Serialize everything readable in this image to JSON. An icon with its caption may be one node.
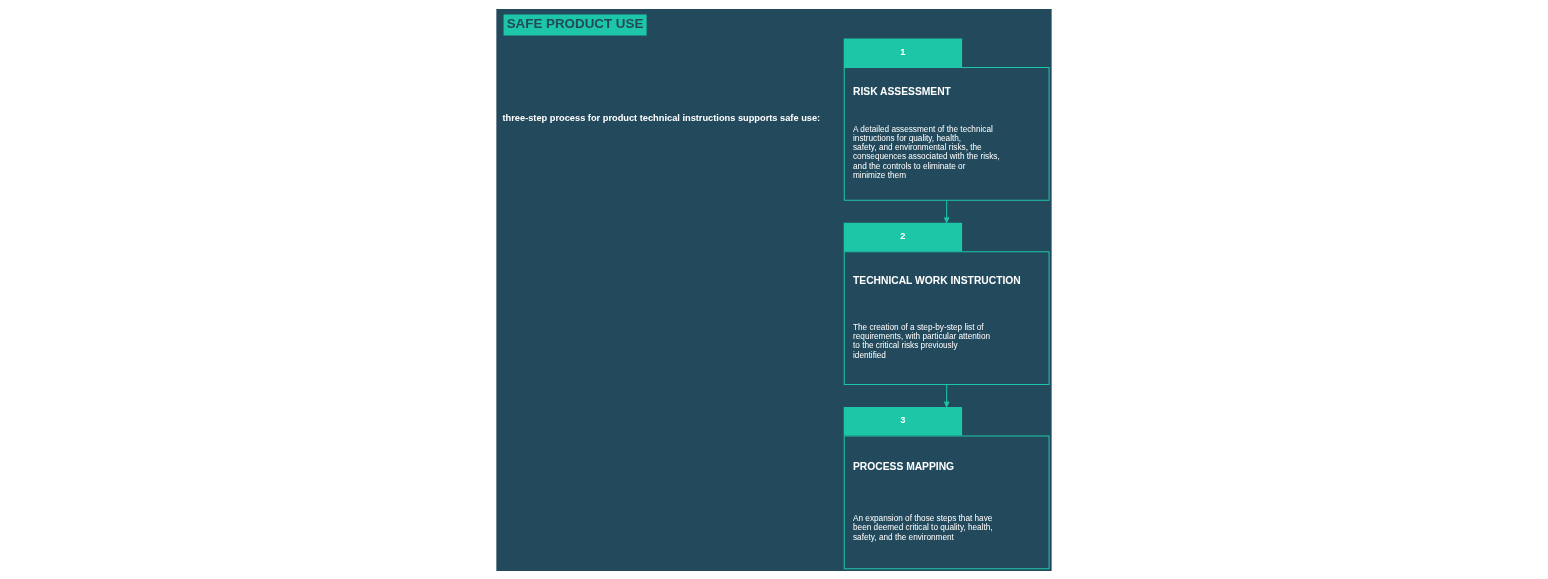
{
  "diagram": {
    "title": "SAFE PRODUCT USE",
    "nodes": [
      {
        "text": [
          "1",
          "RISK ASSESSMENT",
          "A detailed assessment of the technical instructions for quality, health, safety, and environmental risks, the consequences associated with the risks, and the controls to eliminate or minimize them"
        ]
      },
      {
        "text": [
          "2",
          "TECHNICAL WORK INSTRUCTION",
          "The creation of a step-by-step list of requirements, with particular attention to the critical risks previously identified"
        ]
      },
      {
        "text": [
          "3",
          "PROCESS MAPPING",
          "An expansion of those steps that have been deemed critical to quality, health, safety, and the environment"
        ]
      }
    ],
    "edges": [
      {
        "from": 0,
        "to": 1,
        "arrow": "to"
      },
      {
        "from": 1,
        "to": 2,
        "arrow": "to"
      }
    ],
    "labels": [
      "three-step process for product technical instructions supports safe use:"
    ]
  }
}
